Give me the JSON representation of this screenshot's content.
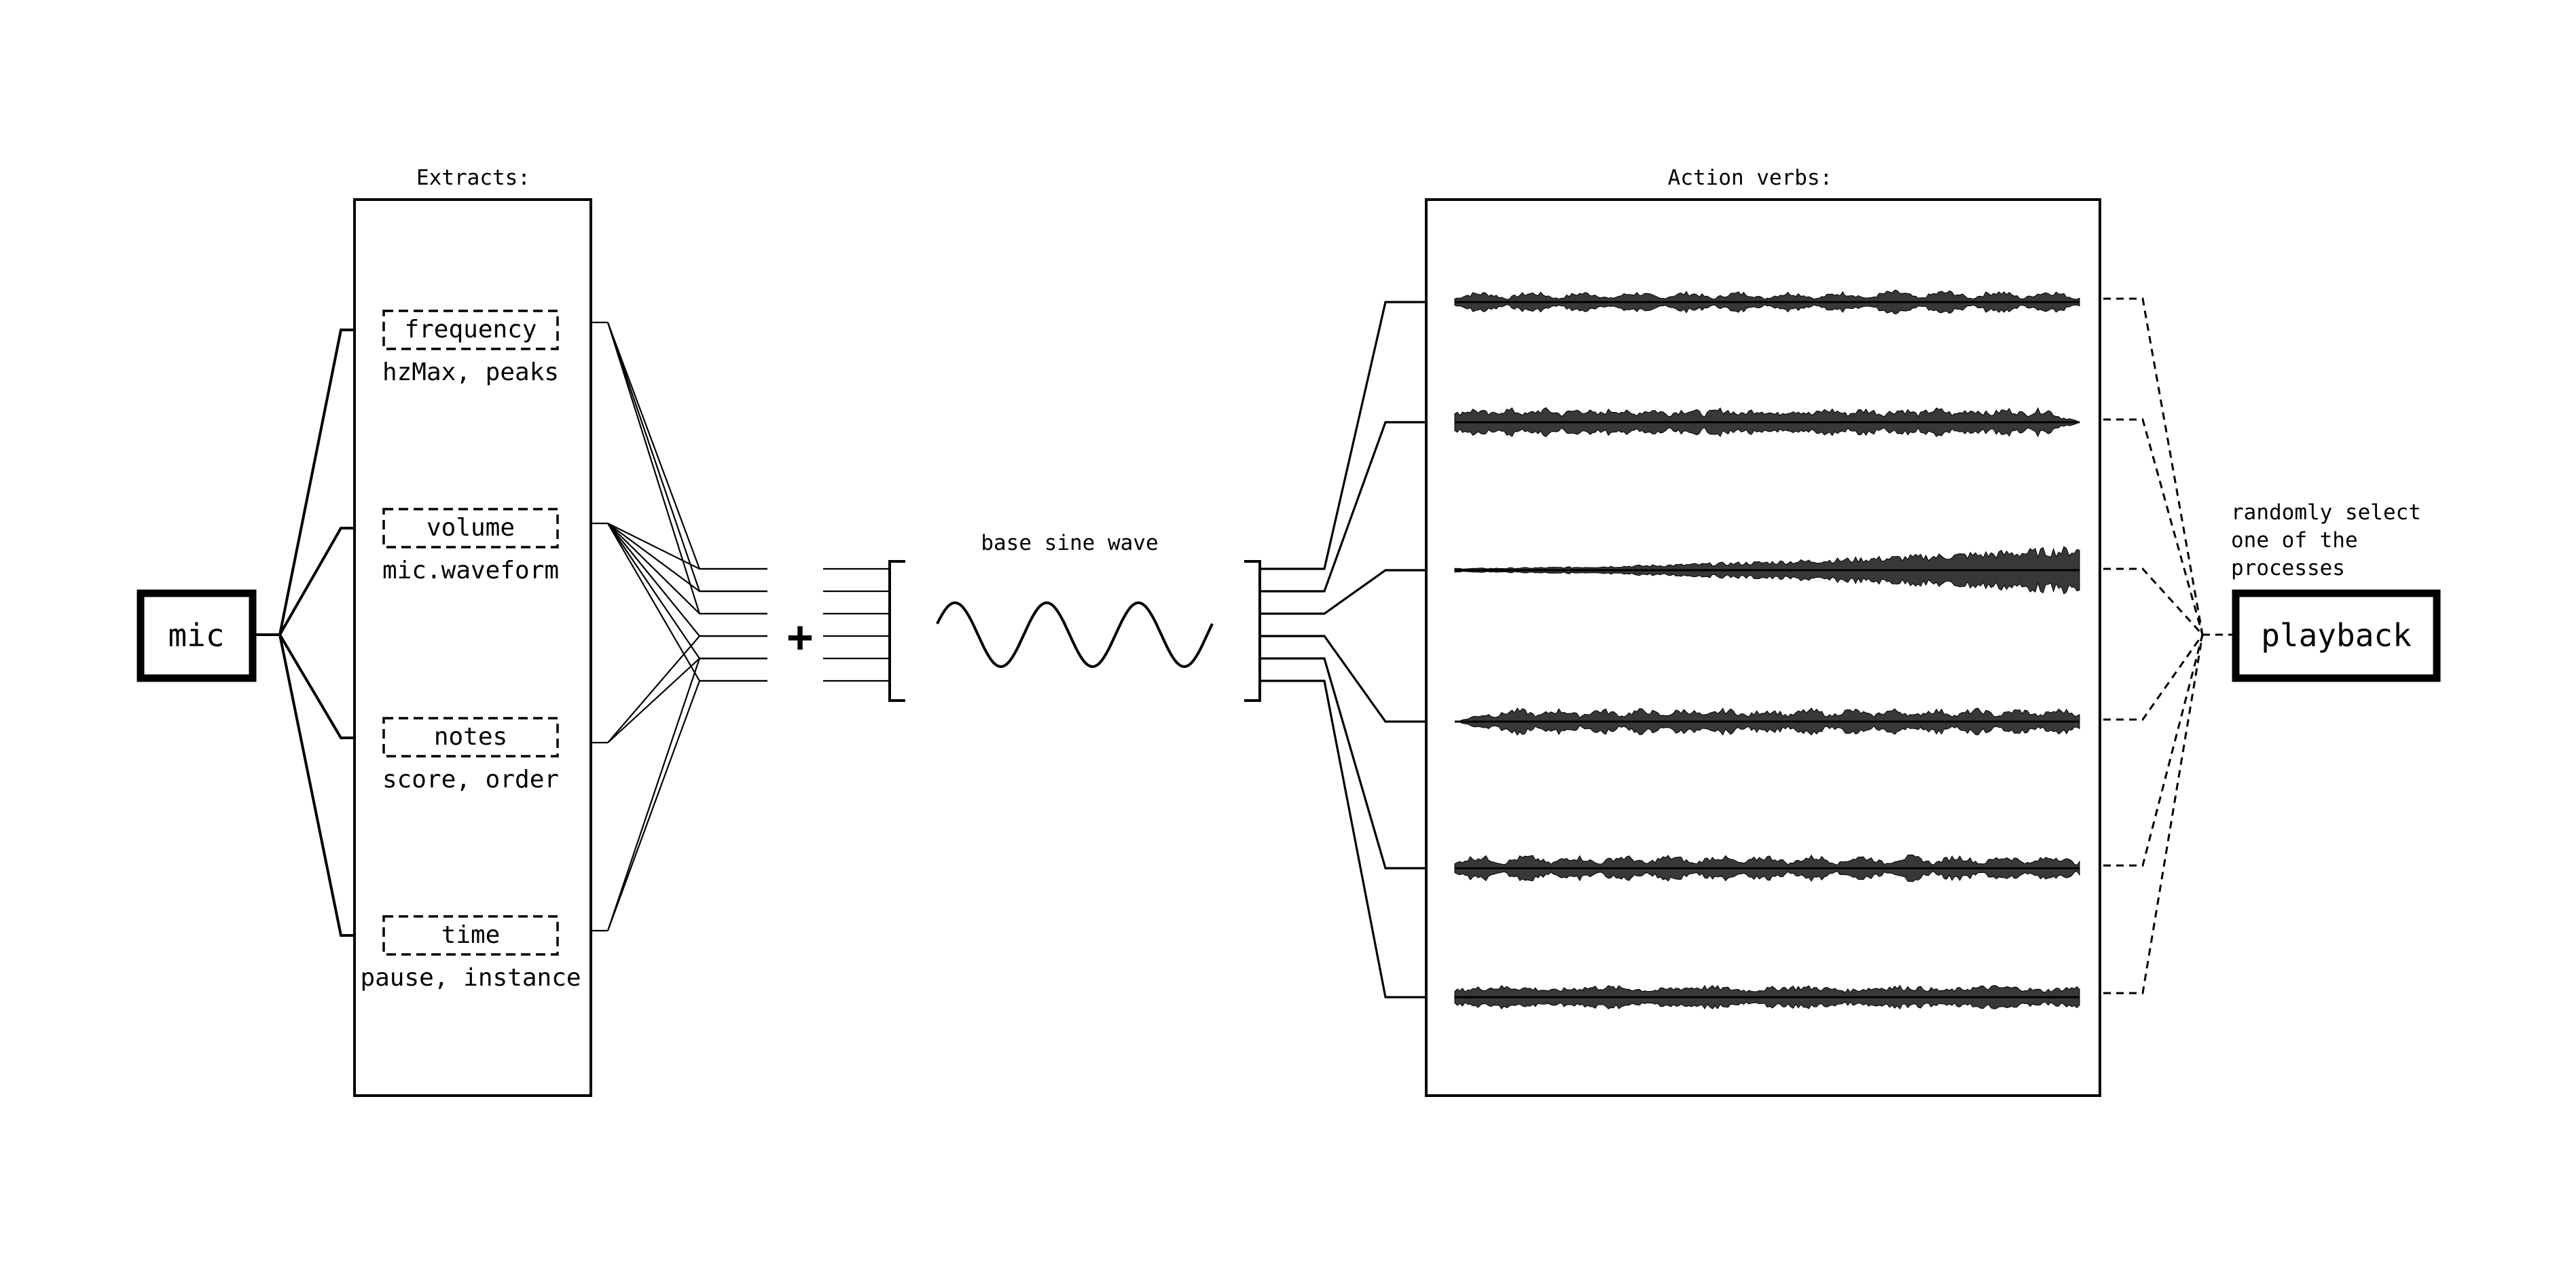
{
  "input_node": {
    "label": "mic"
  },
  "output_node": {
    "label": "playback"
  },
  "extracts_panel": {
    "title": "Extracts:",
    "items": [
      {
        "name": "frequency",
        "detail": "hzMax, peaks"
      },
      {
        "name": "volume",
        "detail": "mic.waveform"
      },
      {
        "name": "notes",
        "detail": "score, order"
      },
      {
        "name": "time",
        "detail": "pause, instance"
      }
    ]
  },
  "combiner": {
    "symbol": "+"
  },
  "sine_wave": {
    "label": "base sine wave",
    "cycles": 3
  },
  "action_verbs_panel": {
    "title": "Action verbs:",
    "waveform_count": 6
  },
  "selection_note": {
    "lines": [
      "randomly select",
      "one of the",
      "processes"
    ]
  }
}
